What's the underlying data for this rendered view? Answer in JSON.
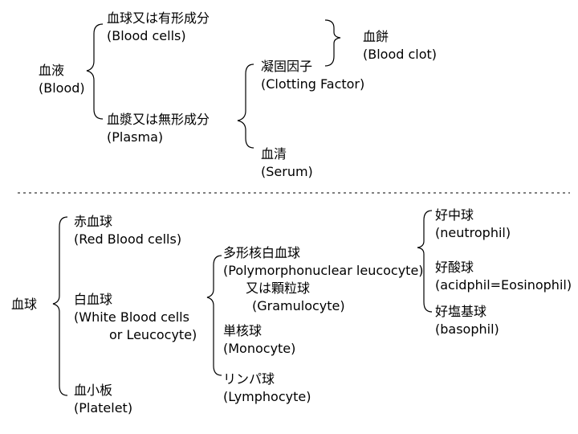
{
  "top": {
    "blood": {
      "ja": "血液",
      "en": "(Blood)"
    },
    "blood_cells": {
      "ja": "血球又は有形成分",
      "en": "(Blood cells)"
    },
    "plasma": {
      "ja": "血漿又は無形成分",
      "en": "(Plasma)"
    },
    "clotting_factor": {
      "ja": "凝固因子",
      "en": "(Clotting Factor)"
    },
    "blood_clot": {
      "ja": "血餅",
      "en": "(Blood clot)"
    },
    "serum": {
      "ja": "血清",
      "en": "(Serum)"
    }
  },
  "bottom": {
    "blood_cell": {
      "ja": "血球"
    },
    "red_blood_cells": {
      "ja": "赤血球",
      "en": "(Red Blood cells)"
    },
    "white_blood_cells": {
      "ja": "白血球",
      "en": "(White Blood cells",
      "en2": "or  Leucocyte)"
    },
    "platelet": {
      "ja": "血小板",
      "en": "(Platelet)"
    },
    "polymorphonuclear": {
      "ja": "多形核白血球",
      "en": "(Polymorphonuclear leucocyte)",
      "ja2": "又は顆粒球",
      "en2": "(Gramulocyte)"
    },
    "monocyte": {
      "ja": "単核球",
      "en": "(Monocyte)"
    },
    "lymphocyte": {
      "ja": "リンパ球",
      "en": "(Lymphocyte)"
    },
    "neutrophil": {
      "ja": "好中球",
      "en": "(neutrophil)"
    },
    "acidophil": {
      "ja": "好酸球",
      "en": "(acidphil=Eosinophil)"
    },
    "basophil": {
      "ja": "好塩基球",
      "en": "(basophil)"
    }
  }
}
